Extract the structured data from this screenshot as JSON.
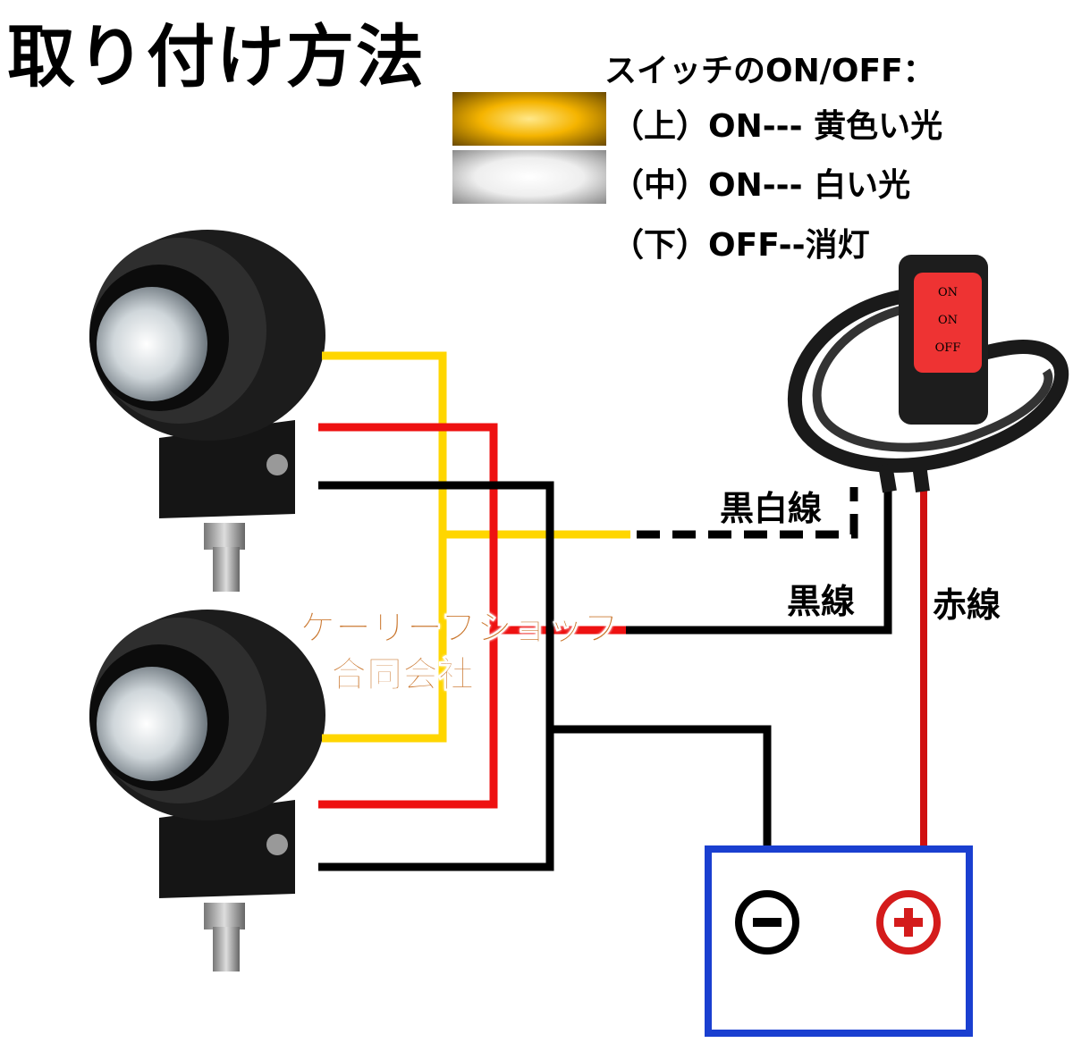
{
  "title": "取り付け方法",
  "legend": {
    "title": "スイッチのON/OFF：",
    "rows": [
      {
        "text": "（上）ON--- 黄色い光",
        "swatch_color": "#f5b400"
      },
      {
        "text": "（中）ON--- 白い光",
        "swatch_color": "#f4f2ea"
      },
      {
        "text": "（下）OFF--消灯"
      }
    ]
  },
  "switch_labels": [
    "ON",
    "ON",
    "OFF"
  ],
  "wire_labels": {
    "black_white": "黒白線",
    "black": "黒線",
    "red": "赤線"
  },
  "watermark": {
    "line1": "ケーリーフショップ",
    "line2": "合同会社"
  },
  "colors": {
    "yellow_wire": "#ffd600",
    "red_wire": "#ee1111",
    "black_wire": "#000000",
    "battery_frame": "#1a3fd0",
    "plus_terminal": "#d41b1b"
  }
}
